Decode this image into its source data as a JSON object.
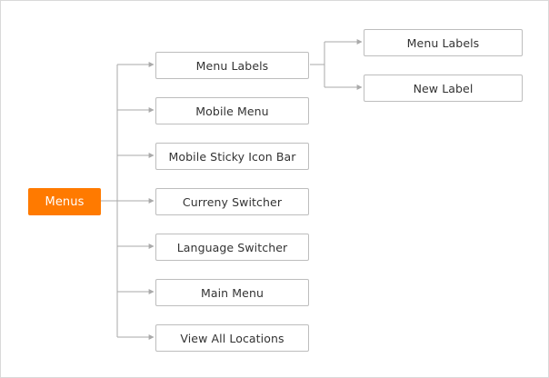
{
  "root": {
    "label": "Menus",
    "color": "#ff7a00"
  },
  "children": [
    {
      "label": "Menu Labels"
    },
    {
      "label": "Mobile Menu"
    },
    {
      "label": "Mobile Sticky Icon Bar"
    },
    {
      "label": "Curreny Switcher"
    },
    {
      "label": "Language Switcher"
    },
    {
      "label": "Main Menu"
    },
    {
      "label": "View All Locations"
    }
  ],
  "sub_children": [
    {
      "label": "Menu Labels"
    },
    {
      "label": "New Label"
    }
  ],
  "colors": {
    "connector": "#aaaaaa",
    "node_border": "#bdbdbd"
  }
}
